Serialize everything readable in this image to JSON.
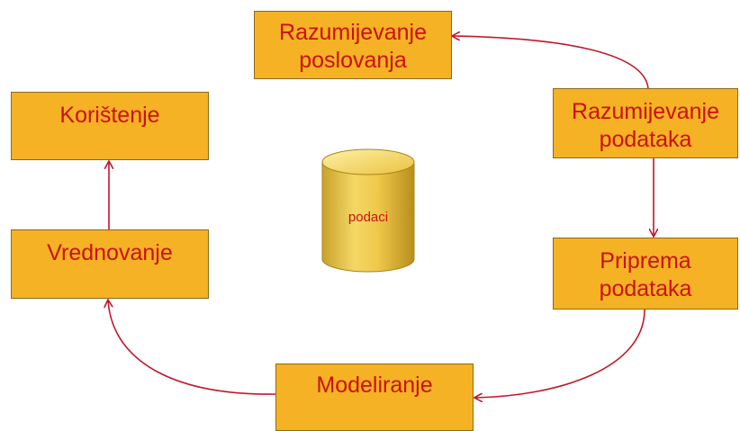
{
  "diagram": {
    "nodes": {
      "razumijevanje_poslovanja": {
        "line1": "Razumijevanje",
        "line2": "poslovanja"
      },
      "razumijevanje_podataka": {
        "line1": "Razumijevanje",
        "line2": "podataka"
      },
      "koristenje": {
        "line1": "Korištenje"
      },
      "vrednovanje": {
        "line1": "Vrednovanje"
      },
      "priprema_podataka": {
        "line1": "Priprema",
        "line2": "podataka"
      },
      "modeliranje": {
        "line1": "Modeliranje"
      }
    },
    "database": {
      "label": "podaci"
    },
    "edges": [
      {
        "from": "razumijevanje_podataka",
        "to": "razumijevanje_poslovanja"
      },
      {
        "from": "razumijevanje_podataka",
        "to": "priprema_podataka"
      },
      {
        "from": "priprema_podataka",
        "to": "modeliranje"
      },
      {
        "from": "modeliranje",
        "to": "vrednovanje"
      },
      {
        "from": "vrednovanje",
        "to": "koristenje"
      }
    ],
    "colors": {
      "box_fill": "#f4b224",
      "text": "#cc1111",
      "arrow": "#c0182a"
    }
  }
}
